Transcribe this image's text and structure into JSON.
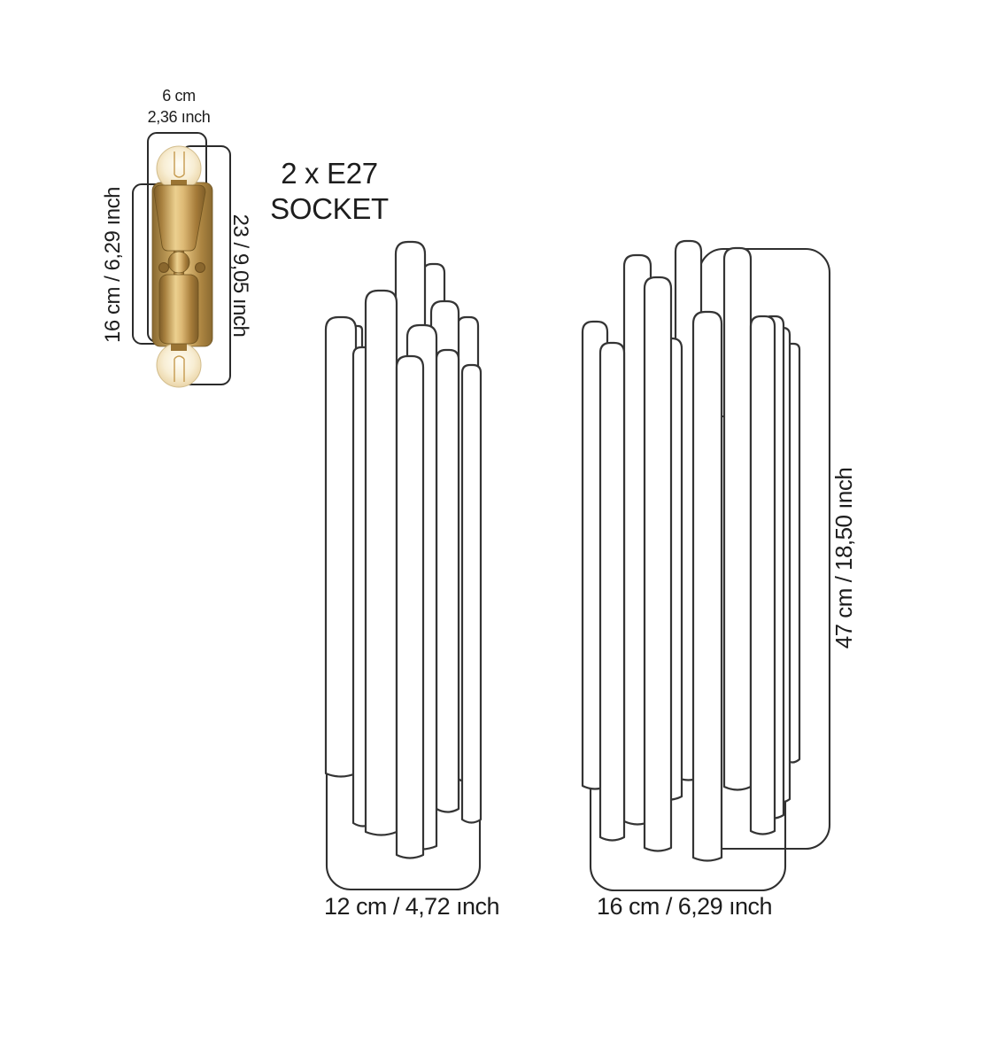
{
  "diagram_title": "wall sconce dimension diagram",
  "photo": {
    "top_width_cm": "6 cm",
    "top_width_inch": "2,36 ınch",
    "body_height": "16 cm / 6,29 ınch",
    "total_height": "23 / 9,05 ınch"
  },
  "socket": {
    "line1": "2 x E27",
    "line2": "SOCKET"
  },
  "side_view": {
    "bottom_width": "12 cm / 4,72 ınch"
  },
  "front_view": {
    "bottom_width": "16 cm / 6,29 ınch",
    "side_height": "47 cm / 18,50 ınch"
  },
  "colors": {
    "line": "#343434",
    "text": "#1d1d1d",
    "brass_light": "#ecd08f",
    "brass_mid": "#c49a55",
    "brass_dark": "#7e5d28",
    "bulb_glass": "#f3e6c6",
    "background": "#ffffff"
  }
}
